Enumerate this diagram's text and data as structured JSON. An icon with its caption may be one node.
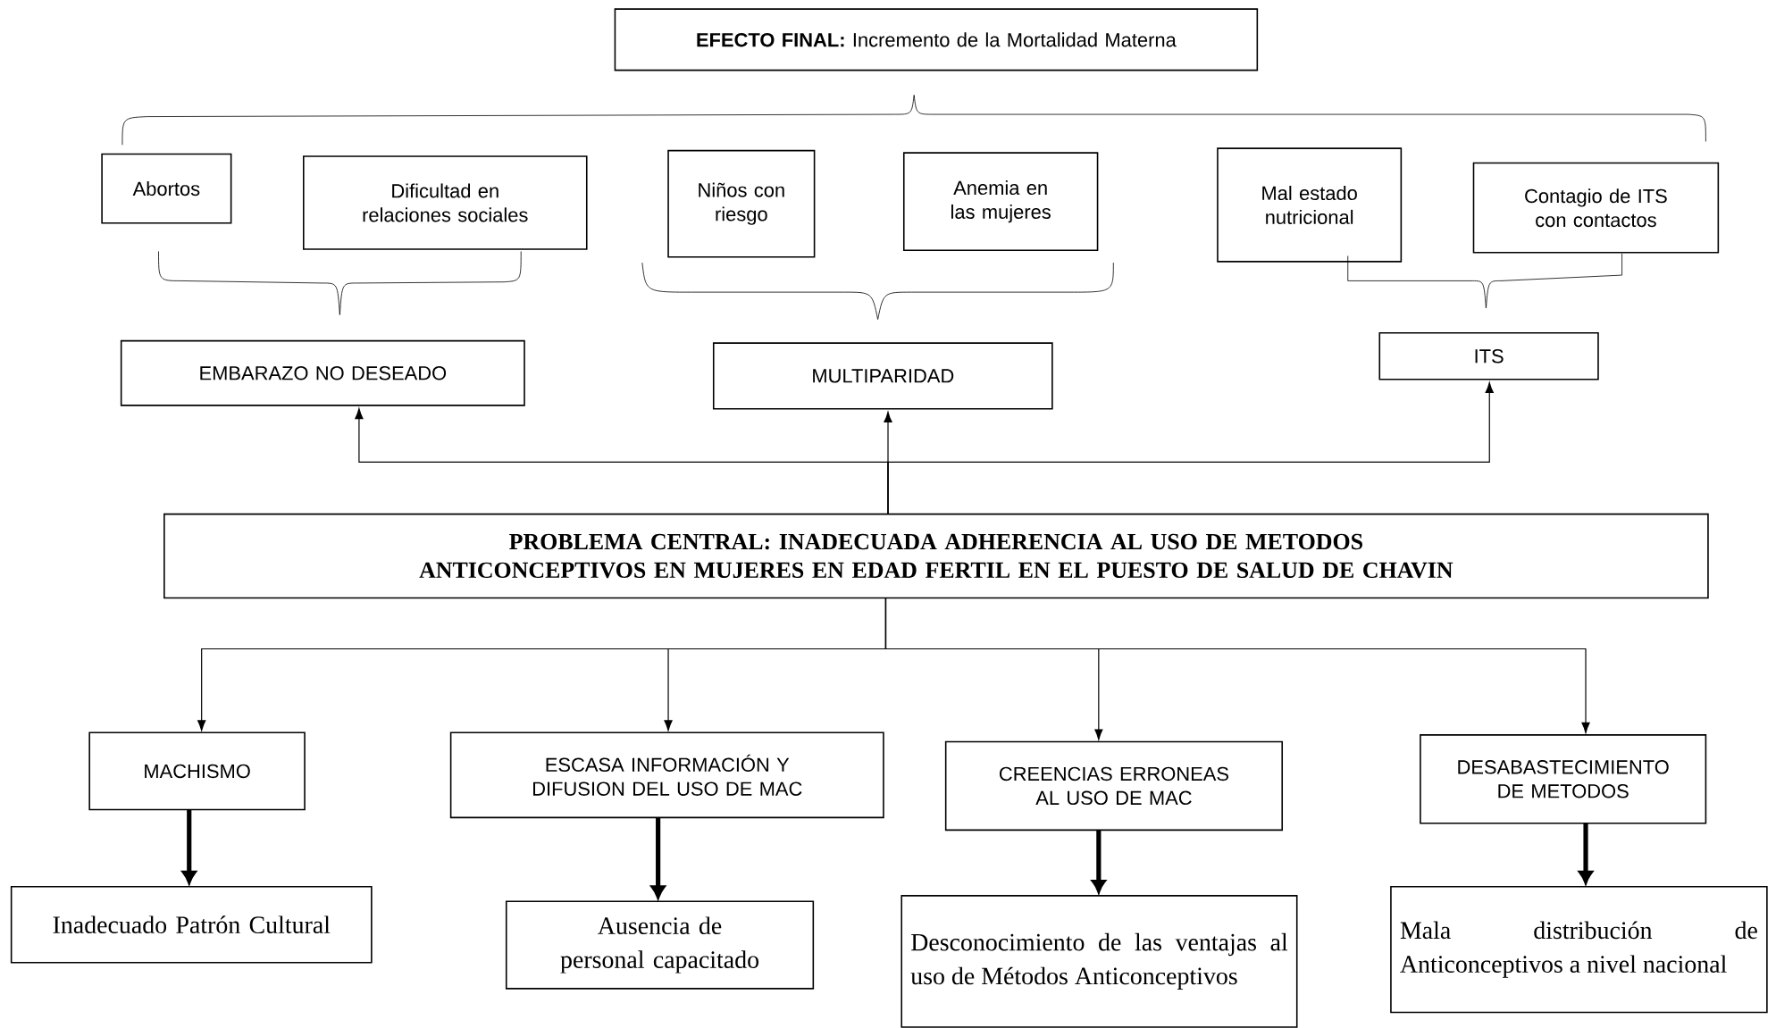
{
  "diagram": {
    "nodes": [
      {
        "text": [
          "**EFECTO FINAL:** Incremento de la Mortalidad Materna"
        ]
      },
      {
        "text": [
          "Abortos"
        ]
      },
      {
        "text": [
          "Dificultad en relaciones sociales"
        ]
      },
      {
        "text": [
          "Niños con riesgo"
        ]
      },
      {
        "text": [
          "Anemia en las mujeres"
        ]
      },
      {
        "text": [
          "Mal estado nutricional"
        ]
      },
      {
        "text": [
          "Contagio de ITS con contactos"
        ]
      },
      {
        "text": [
          "EMBARAZO NO DESEADO"
        ]
      },
      {
        "text": [
          "MULTIPARIDAD"
        ]
      },
      {
        "text": [
          "ITS"
        ]
      },
      {
        "text": [
          "PROBLEMA CENTRAL: INADECUADA ADHERENCIA AL USO DE METODOS ANTICONCEPTIVOS EN MUJERES EN EDAD FERTIL EN EL PUESTO DE SALUD DE CHAVIN"
        ]
      },
      {
        "text": [
          "MACHISMO"
        ]
      },
      {
        "text": [
          "ESCASA INFORMACIÓN Y DIFUSION DEL USO DE MAC"
        ]
      },
      {
        "text": [
          "CREENCIAS ERRONEAS AL USO DE MAC"
        ]
      },
      {
        "text": [
          "DESABASTECIMIENTO DE METODOS"
        ]
      },
      {
        "text": [
          "Inadecuado Patrón Cultural"
        ]
      },
      {
        "text": [
          "Ausencia de personal capacitado"
        ]
      },
      {
        "text": [
          "Desconocimiento de las ventajas al uso de Métodos Anticonceptivos"
        ]
      },
      {
        "text": [
          "Mala distribución de Anticonceptivos a nivel nacional"
        ]
      }
    ],
    "edges": [
      {
        "from": 10,
        "to": 7,
        "arrow": "to"
      },
      {
        "from": 10,
        "to": 8,
        "arrow": "to"
      },
      {
        "from": 10,
        "to": 9,
        "arrow": "to"
      },
      {
        "from": 10,
        "to": 11,
        "arrow": "to"
      },
      {
        "from": 10,
        "to": 12,
        "arrow": "to"
      },
      {
        "from": 10,
        "to": 13,
        "arrow": "to"
      },
      {
        "from": 10,
        "to": 14,
        "arrow": "to"
      },
      {
        "from": 11,
        "to": 15,
        "arrow": "to",
        "style": "thick"
      },
      {
        "from": 12,
        "to": 16,
        "arrow": "to",
        "style": "thick"
      },
      {
        "from": 13,
        "to": 17,
        "arrow": "to",
        "style": "thick"
      },
      {
        "from": 14,
        "to": 18,
        "arrow": "to",
        "style": "thick"
      }
    ]
  }
}
